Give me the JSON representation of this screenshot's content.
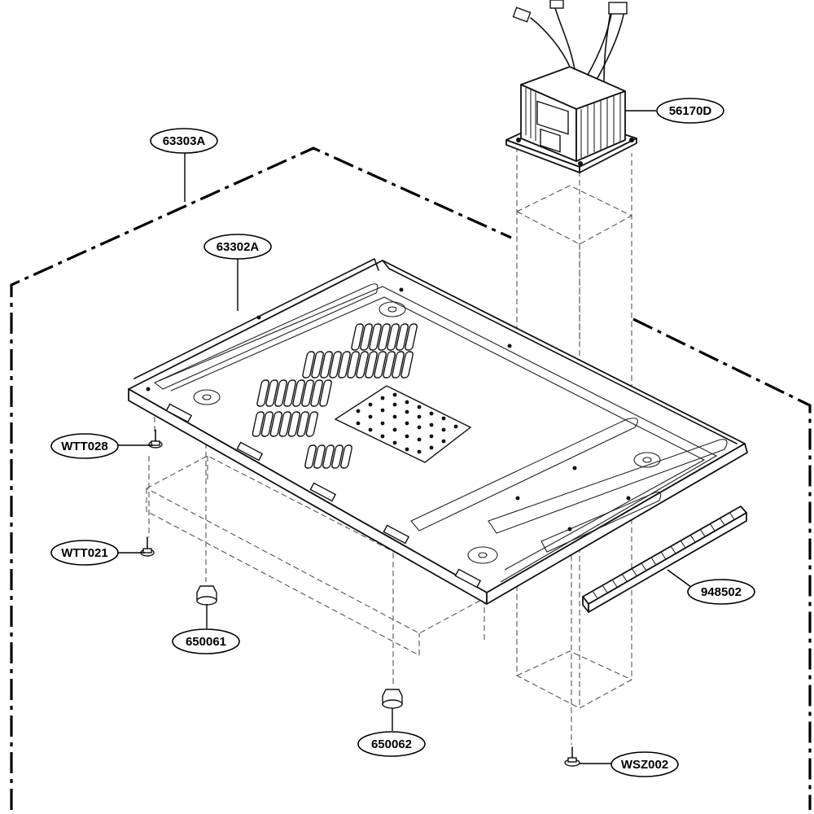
{
  "parts": {
    "p63303A": "63303A",
    "p63302A": "63302A",
    "p56170D": "56170D",
    "pWTT028": "WTT028",
    "pWTT021": "WTT021",
    "p650061": "650061",
    "p650062": "650062",
    "p948502": "948502",
    "pWSZ002": "WSZ002"
  }
}
